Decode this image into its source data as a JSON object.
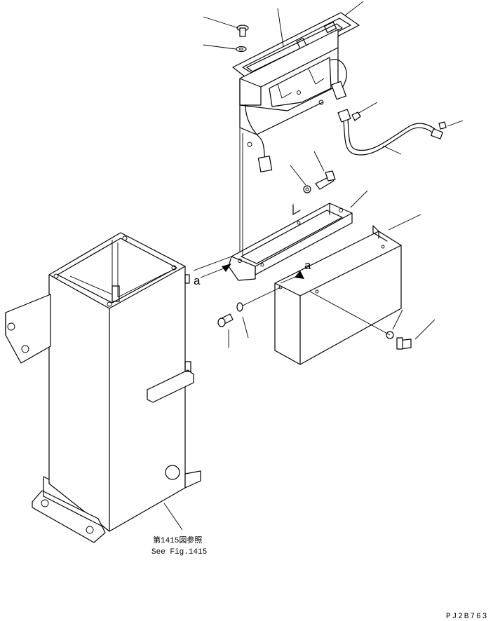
{
  "reference_note": {
    "jp": "第1415図参照",
    "en": "See Fig.1415"
  },
  "view_marker": {
    "left": "a",
    "right": "a"
  },
  "drawing_code": "PJ2B763"
}
